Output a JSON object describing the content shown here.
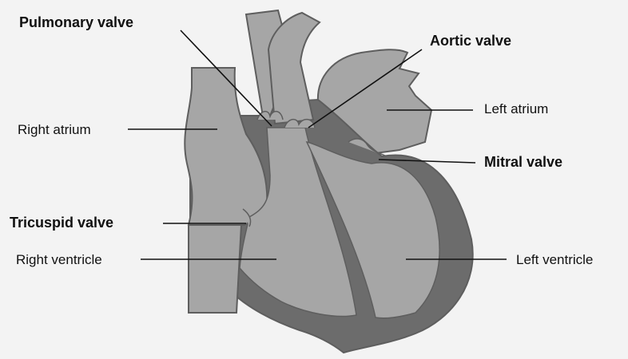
{
  "labels": {
    "pulmonary_valve": "Pulmonary valve",
    "aortic_valve": "Aortic valve",
    "right_atrium": "Right atrium",
    "left_atrium": "Left atrium",
    "mitral_valve": "Mitral valve",
    "tricuspid_valve": "Tricuspid valve",
    "right_ventricle": "Right ventricle",
    "left_ventricle": "Left ventricle"
  },
  "colors": {
    "background": "#f3f3f3",
    "chamber_fill": "#a6a6a6",
    "wall_dark": "#6c6c6c",
    "outline": "#5e5e5e",
    "leader_line": "#111111"
  }
}
